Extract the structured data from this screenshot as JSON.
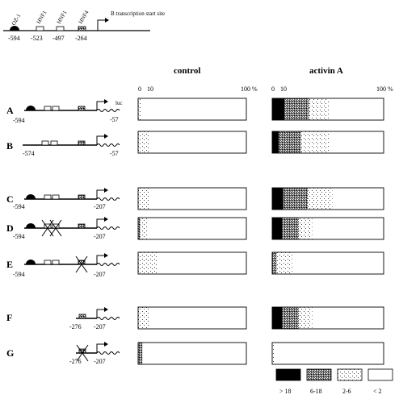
{
  "header_construct": {
    "title": "B transcription start site",
    "elements": [
      "OZ-1",
      "HNF1",
      "HNF1",
      "HNF4"
    ],
    "positions": [
      "-594",
      "-523",
      "-497",
      "-264"
    ]
  },
  "columns": {
    "control": "control",
    "activin": "activin A"
  },
  "scale": {
    "zero": "0",
    "ten": "10",
    "hundred": "100 %"
  },
  "luc_label": "luc",
  "constructs": [
    {
      "id": "A",
      "left": "-594",
      "right": "-57",
      "control": {
        "gt18": 0,
        "c6_18": 0,
        "c2_6": 3.5,
        "lt2": 96.5
      },
      "activin": {
        "gt18": 11,
        "c6_18": 22,
        "c2_6": 18,
        "lt2": 49
      }
    },
    {
      "id": "B",
      "left": "-574",
      "right": "-57",
      "control": {
        "gt18": 0,
        "c6_18": 0,
        "c2_6": 10,
        "lt2": 90
      },
      "activin": {
        "gt18": 6,
        "c6_18": 20,
        "c2_6": 25,
        "lt2": 49
      }
    },
    {
      "id": "C",
      "left": "-594",
      "right": "-207",
      "control": {
        "gt18": 0,
        "c6_18": 0,
        "c2_6": 10,
        "lt2": 90
      },
      "activin": {
        "gt18": 10,
        "c6_18": 22,
        "c2_6": 22,
        "lt2": 46
      }
    },
    {
      "id": "D",
      "left": "-594",
      "right": "-207",
      "control": {
        "gt18": 0,
        "c6_18": 2,
        "c2_6": 7,
        "lt2": 91
      },
      "activin": {
        "gt18": 9,
        "c6_18": 15,
        "c2_6": 12,
        "lt2": 64
      }
    },
    {
      "id": "E",
      "left": "-594",
      "right": "-207",
      "control": {
        "gt18": 0,
        "c6_18": 0,
        "c2_6": 18,
        "lt2": 82
      },
      "activin": {
        "gt18": 0,
        "c6_18": 4,
        "c2_6": 14,
        "lt2": 82
      }
    },
    {
      "id": "F",
      "left": "-276",
      "right": "-207",
      "control": {
        "gt18": 0,
        "c6_18": 0,
        "c2_6": 10,
        "lt2": 90
      },
      "activin": {
        "gt18": 9,
        "c6_18": 15,
        "c2_6": 12,
        "lt2": 64
      }
    },
    {
      "id": "G",
      "left": "-276",
      "right": "-207",
      "control": {
        "gt18": 0,
        "c6_18": 4,
        "c2_6": 0,
        "lt2": 96
      },
      "activin": {
        "gt18": 0,
        "c6_18": 0,
        "c2_6": 2,
        "lt2": 98
      }
    }
  ],
  "legend": [
    {
      "key": "gt18",
      "label": "> 18"
    },
    {
      "key": "c6_18",
      "label": "6-18"
    },
    {
      "key": "c2_6",
      "label": "2-6"
    },
    {
      "key": "lt2",
      "label": "< 2"
    }
  ]
}
